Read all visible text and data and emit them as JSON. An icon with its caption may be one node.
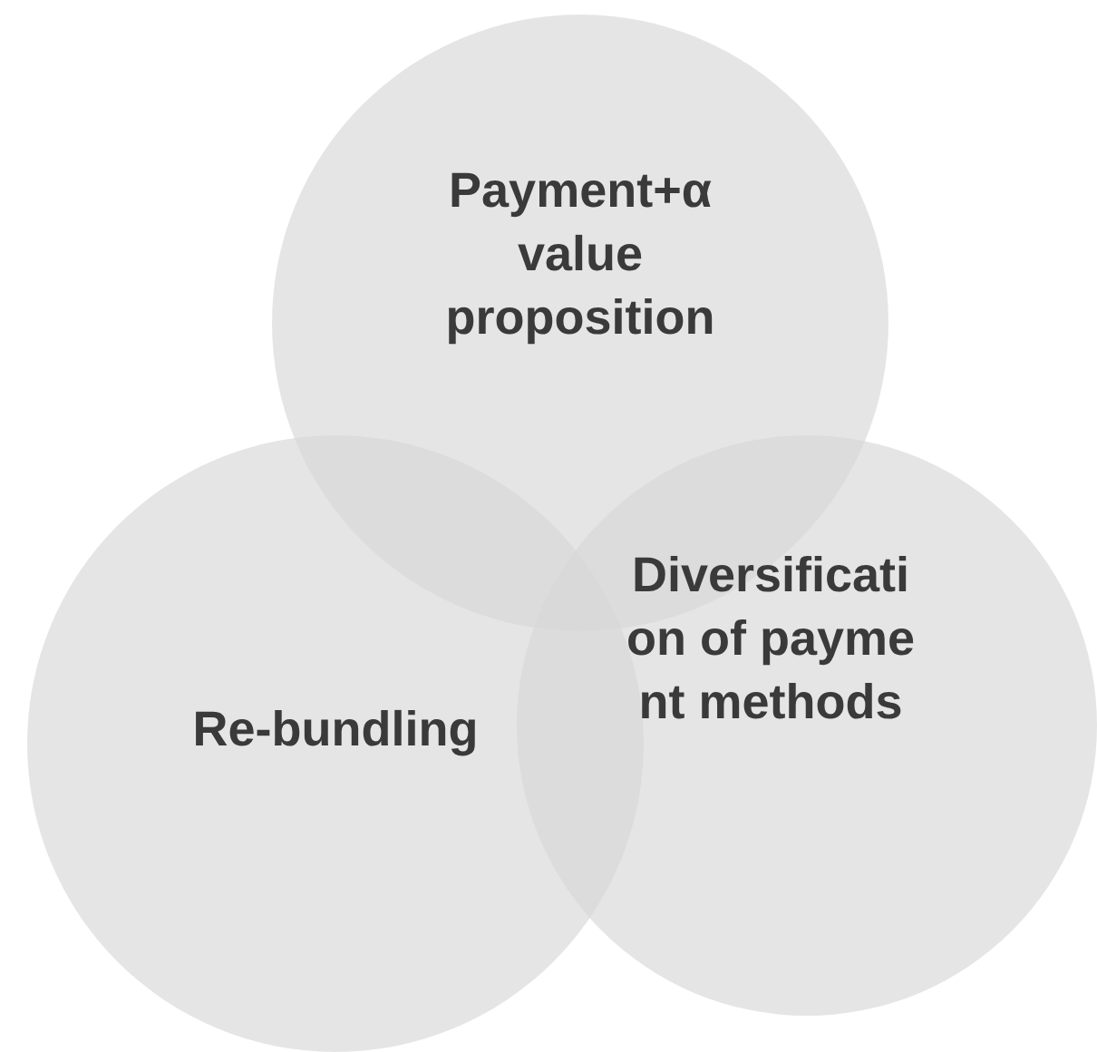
{
  "diagram": {
    "nodes": [
      {
        "text": [
          "Payment+α value proposition"
        ]
      },
      {
        "text": [
          "Re-bundling"
        ]
      },
      {
        "text": [
          "Diversification of payment methods"
        ]
      }
    ]
  }
}
